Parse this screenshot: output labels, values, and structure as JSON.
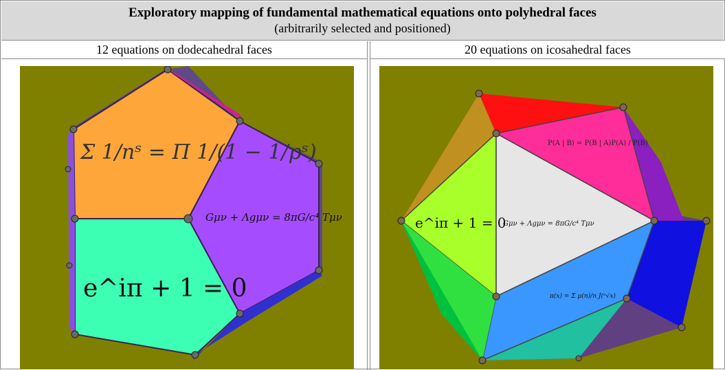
{
  "header": {
    "title": "Exploratory mapping of fundamental mathematical equations onto polyhedral faces",
    "subtitle": "(arbitrarily selected and positioned)"
  },
  "columns": [
    {
      "label": "12 equations on dodecahedral faces"
    },
    {
      "label": "20 equations on icosahedral faces"
    }
  ],
  "dodecahedron": {
    "background": "#808000",
    "faces": [
      {
        "color": "#ffa63a",
        "equation": "Σ 1/nˢ = Π 1/(1 − 1/pˢ)"
      },
      {
        "color": "#a64cff",
        "equation": "Gμν + Λgμν = 8πG/c⁴ Tμν"
      },
      {
        "color": "#3dffb4",
        "equation": "e^iπ + 1 = 0"
      }
    ]
  },
  "icosahedron": {
    "background": "#808000",
    "faces": [
      {
        "color": "#ff2d9a",
        "equation": "P(A | B) = P(B | A)P(A) / P(B)"
      },
      {
        "color": "#a8ff2a",
        "equation": "e^iπ + 1 = 0"
      },
      {
        "color": "#e6e6e6",
        "equation": "Gμν + Λgμν = 8πG/c⁴ Tμν"
      },
      {
        "color": "#3a97ff",
        "equation": "π(x) = Σ μ(n)/n J(ⁿ√x)"
      }
    ]
  }
}
